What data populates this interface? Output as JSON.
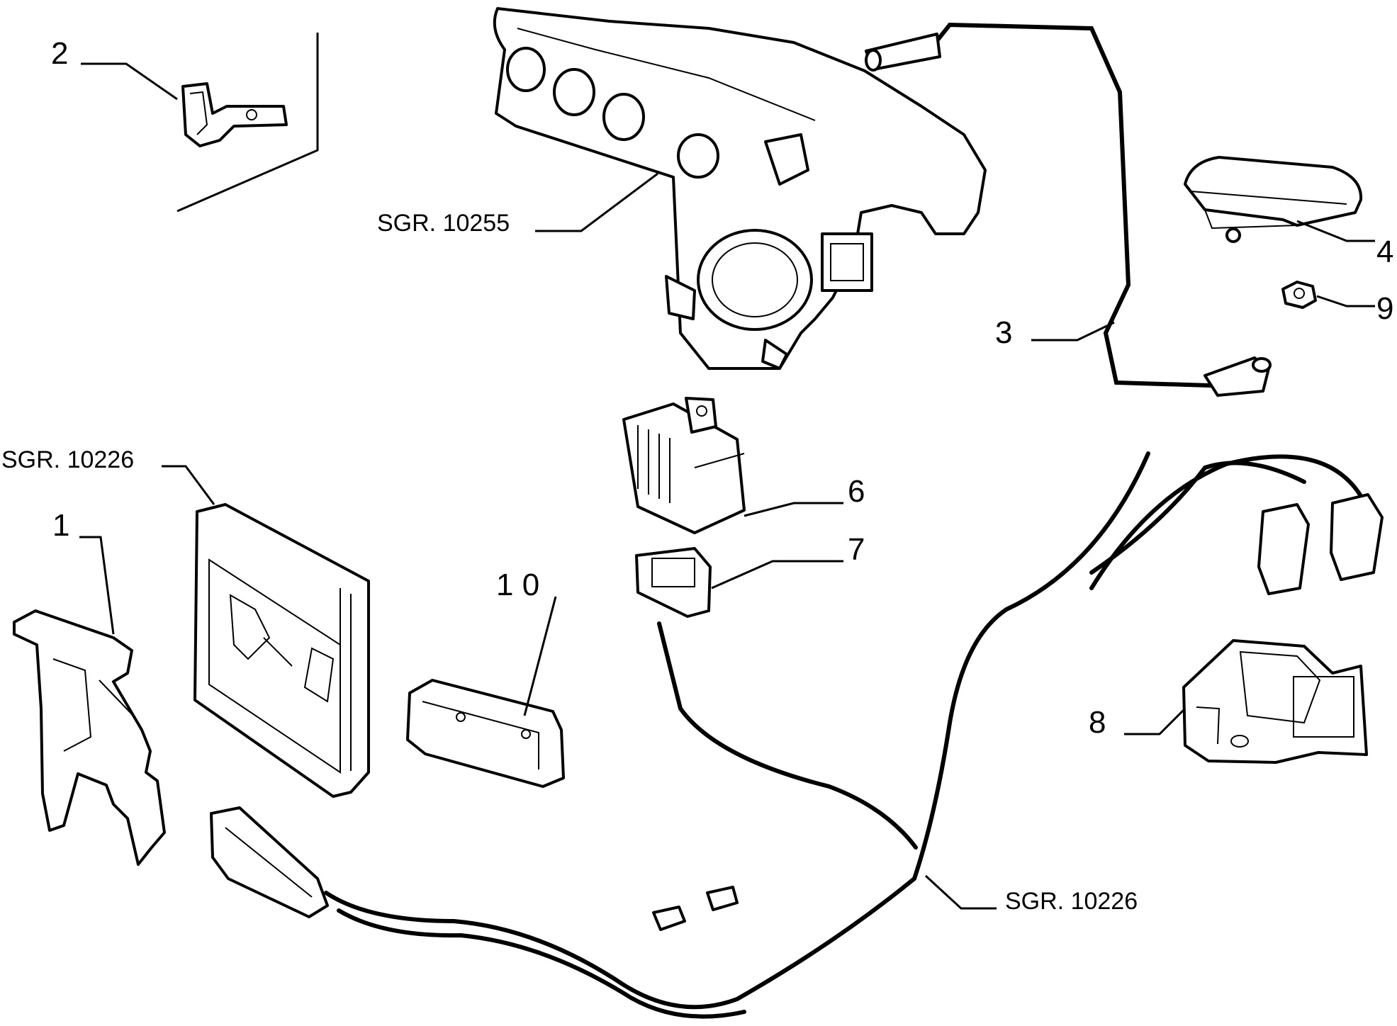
{
  "callouts": {
    "c1": "1",
    "c2": "2",
    "c3": "3",
    "c4": "4",
    "c6": "6",
    "c7": "7",
    "c8": "8",
    "c9": "9",
    "c10": "1 0"
  },
  "references": {
    "throttle_body": "SGR. 10255",
    "ecu": "SGR. 10226",
    "harness": "SGR. 10226"
  }
}
